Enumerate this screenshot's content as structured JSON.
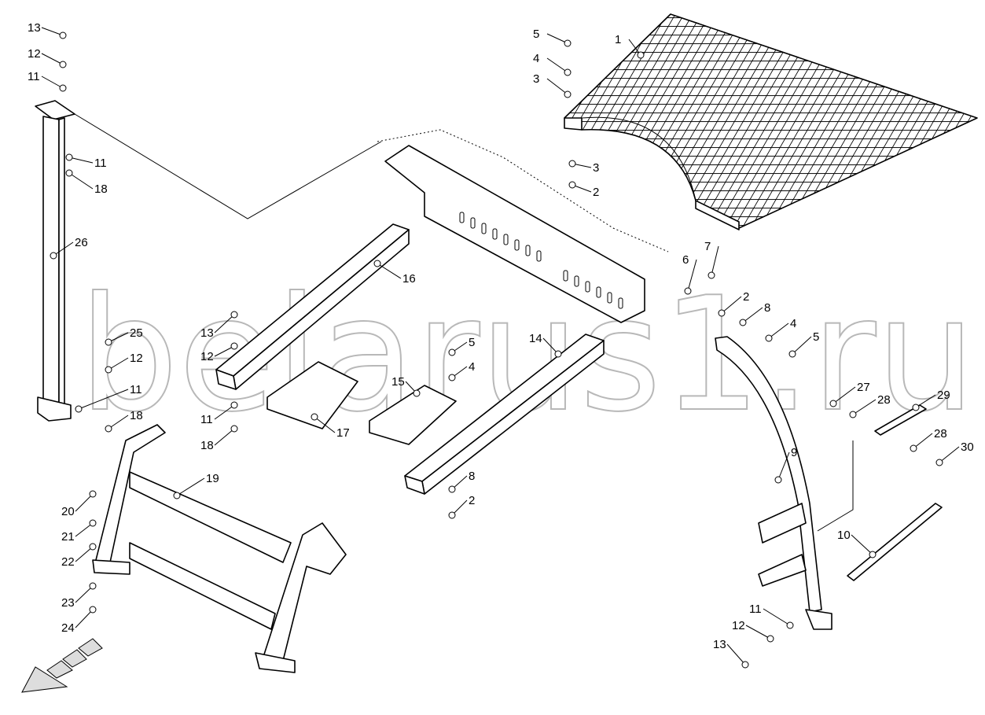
{
  "watermark": "belarus1.ru",
  "callouts": [
    "13",
    "12",
    "11",
    "11",
    "18",
    "26",
    "25",
    "13",
    "12",
    "12",
    "11",
    "11",
    "18",
    "18",
    "16",
    "17",
    "15",
    "14",
    "5",
    "4",
    "19",
    "20",
    "21",
    "22",
    "23",
    "24",
    "8",
    "2",
    "5",
    "4",
    "3",
    "1",
    "3",
    "2",
    "6",
    "7",
    "2",
    "8",
    "4",
    "5",
    "27",
    "28",
    "29",
    "28",
    "30",
    "9",
    "10",
    "11",
    "12",
    "13"
  ],
  "direction_arrow": "forward-direction-arrow"
}
